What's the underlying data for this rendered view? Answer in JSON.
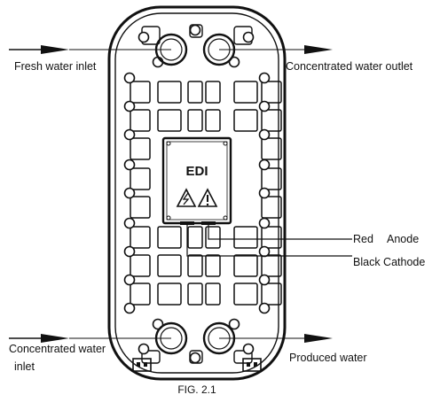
{
  "module": {
    "name": "EDI",
    "warning_symbols": [
      "lightning-warning-icon",
      "exclamation-warning-icon"
    ]
  },
  "labels": {
    "fresh_water_inlet": "Fresh water inlet",
    "concentrated_water_outlet": "Concentrated water outlet",
    "concentrated_water_inlet_line1": "Concentrated water",
    "concentrated_water_inlet_line2": "inlet",
    "produced_water": "Produced water",
    "red": "Red",
    "anode": "Anode",
    "black_cathode": "Black Cathode"
  },
  "caption": "FIG. 2.1",
  "colors": {
    "ink": "#111111",
    "background": "#ffffff"
  }
}
